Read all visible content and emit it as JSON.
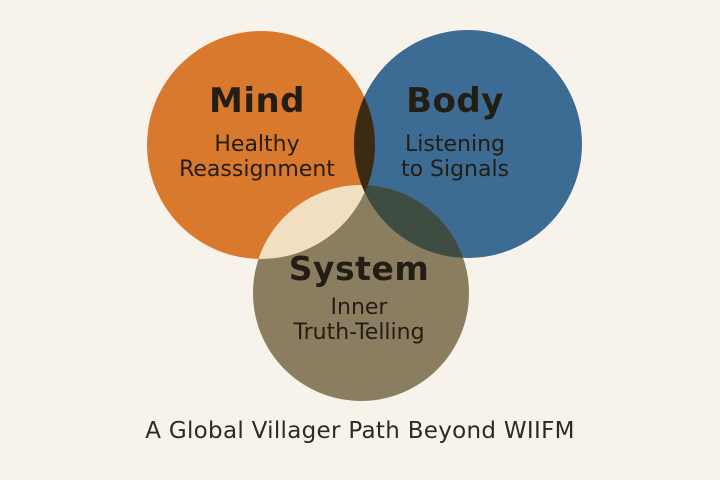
{
  "diagram": {
    "type": "venn-3",
    "background_color": "#F8F3EA",
    "text_color": "#241D13",
    "circles": [
      {
        "id": "mind",
        "label": "Mind",
        "sub_line1": "Healthy",
        "sub_line2": "Reassignment",
        "color": "#D8792D"
      },
      {
        "id": "body",
        "label": "Body",
        "sub_line1": "Listening",
        "sub_line2": "to Signals",
        "color": "#3C6B94"
      },
      {
        "id": "system",
        "label": "System",
        "sub_line1": "Inner",
        "sub_line2": "Truth-Telling",
        "color": "#8B7D5F"
      }
    ],
    "overlaps": {
      "mind_body_color": "#3B2B13",
      "mind_system_color": "#F2DFC2",
      "body_system_color": "#3E4C42"
    }
  },
  "caption": {
    "text": "A Global Villager Path Beyond WIIFM",
    "color": "#2B2A26"
  }
}
